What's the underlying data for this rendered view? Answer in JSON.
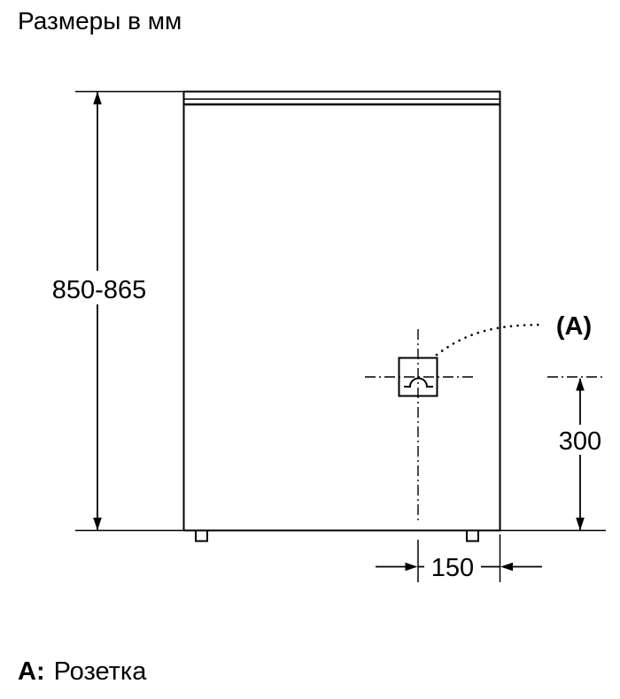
{
  "title": "Размеры в мм",
  "labels": {
    "height": "850-865",
    "socket_height": "300",
    "socket_offset": "150",
    "callout": "(A)"
  },
  "legend": {
    "key": "A:",
    "value": "Розетка"
  },
  "colors": {
    "line": "#000000",
    "background": "#ffffff"
  }
}
